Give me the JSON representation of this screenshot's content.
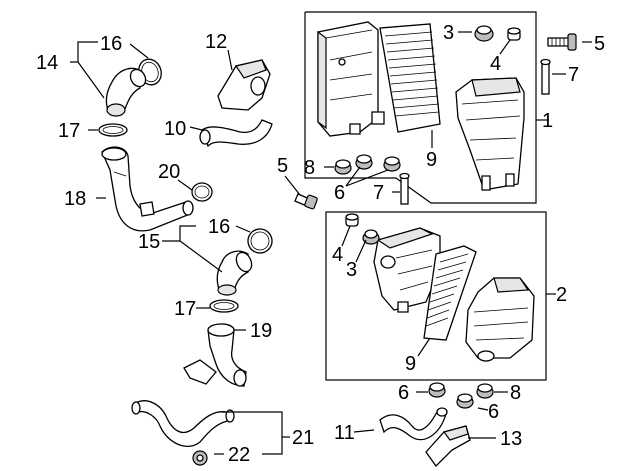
{
  "diagram": {
    "callouts": {
      "c1": "1",
      "c2": "2",
      "c3a": "3",
      "c3b": "3",
      "c4a": "4",
      "c4b": "4",
      "c5a": "5",
      "c5b": "5",
      "c6a": "6",
      "c6b": "6",
      "c6c": "6",
      "c7a": "7",
      "c7b": "7",
      "c8a": "8",
      "c8b": "8",
      "c9a": "9",
      "c9b": "9",
      "c10": "10",
      "c11": "11",
      "c12": "12",
      "c13": "13",
      "c14": "14",
      "c15": "15",
      "c16a": "16",
      "c16b": "16",
      "c17a": "17",
      "c17b": "17",
      "c18": "18",
      "c19": "19",
      "c20": "20",
      "c21": "21",
      "c22": "22"
    },
    "colors": {
      "line": "#000000",
      "background": "#ffffff",
      "shade": "#e6e6e6",
      "dark": "#bdbdbd"
    }
  }
}
